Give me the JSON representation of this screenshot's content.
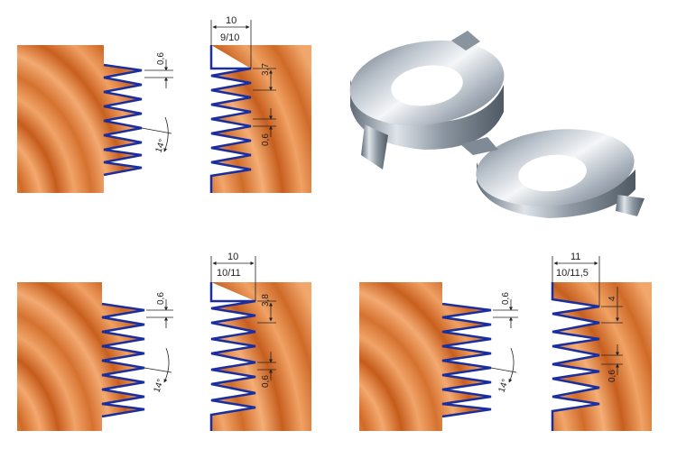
{
  "colors": {
    "wood_light": "#f0a066",
    "wood_dark": "#c85e1c",
    "profile_blue": "#1a2e9e",
    "dimension_line": "#222222",
    "steel_light": "#eef1f4",
    "steel_dark": "#6f7a86"
  },
  "diagrams": [
    {
      "id": "set-a",
      "female": {
        "depth_label": "0,6",
        "angle_label": "14°"
      },
      "male": {
        "width_label": "10",
        "bore_label": "9/10",
        "pitch_label": "3,7",
        "gap_label": "0,6"
      }
    },
    {
      "id": "set-b",
      "female": {
        "depth_label": "0,6",
        "angle_label": "14°"
      },
      "male": {
        "width_label": "10",
        "bore_label": "10/11",
        "pitch_label": "3,8",
        "gap_label": "0,6"
      }
    },
    {
      "id": "set-c",
      "female": {
        "depth_label": "0,6",
        "angle_label": "14°"
      },
      "male": {
        "width_label": "11",
        "bore_label": "10/11,5",
        "pitch_label": "4",
        "gap_label": "0,6"
      }
    }
  ],
  "cutters": {
    "image": "finger-joint-cutter-blades",
    "count": 2
  }
}
